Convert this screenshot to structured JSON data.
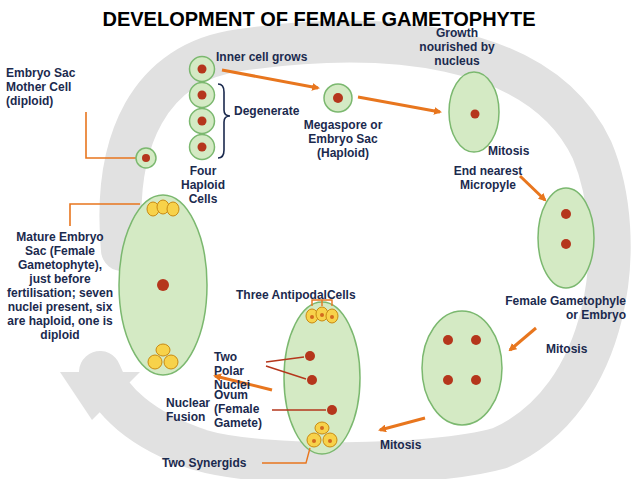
{
  "diagram": {
    "title": "DEVELOPMENT OF FEMALE GAMETOPHYTE",
    "labels": [
      "Embryo Sac Mother Cell (diploid)",
      "Inner cell grows",
      "Degenerate",
      "Four Haploid Cells",
      "Megaspore or Embryo Sac (Haploid)",
      "Growth nourished by nucleus",
      "Mitosis",
      "End nearest Micropyle",
      "Female Gametophyle or Embryo",
      "Mitosis",
      "Three AntipodalCells",
      "Two Polar Nuclei",
      "Ovum (Female Gamete)",
      "Two Synergids",
      "Mitosis",
      "Nuclear Fusion",
      "Mature Embryo Sac (Female Gametophyte), just before fertilisation; seven nuclei present, six are haploid, one is diploid"
    ]
  }
}
